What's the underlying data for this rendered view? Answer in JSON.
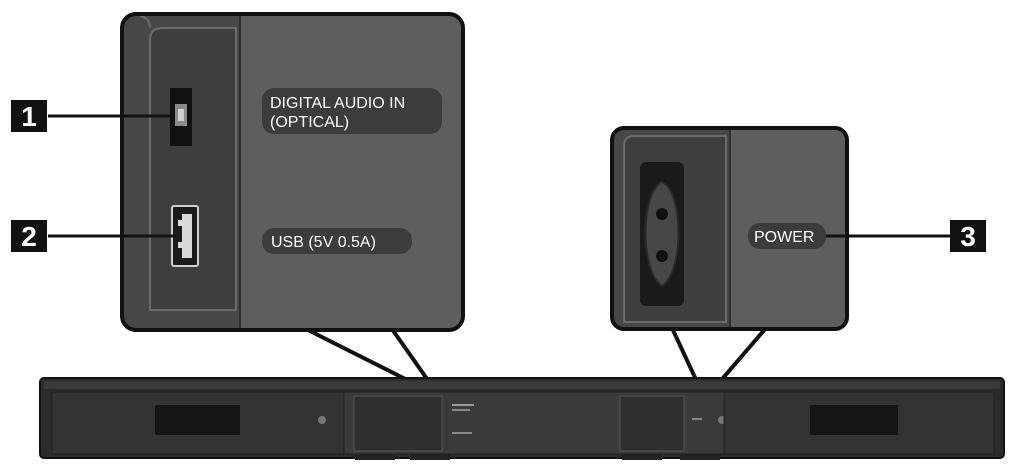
{
  "callouts": [
    {
      "number": "1",
      "label_line1": "DIGITAL AUDIO IN",
      "label_line2": "(OPTICAL)"
    },
    {
      "number": "2",
      "label": "USB (5V 0.5A)"
    },
    {
      "number": "3",
      "label": "POWER"
    }
  ],
  "icons": {
    "optical": "optical-port-icon",
    "usb": "usb-port-icon",
    "power": "power-socket-icon"
  },
  "colors": {
    "panel_light": "#5e5e5e",
    "panel_dark": "#3e3e3e",
    "body": "#2b2b2b",
    "label_pill": "#3c3c3c",
    "text": "#ffffff",
    "outline": "#111111"
  }
}
